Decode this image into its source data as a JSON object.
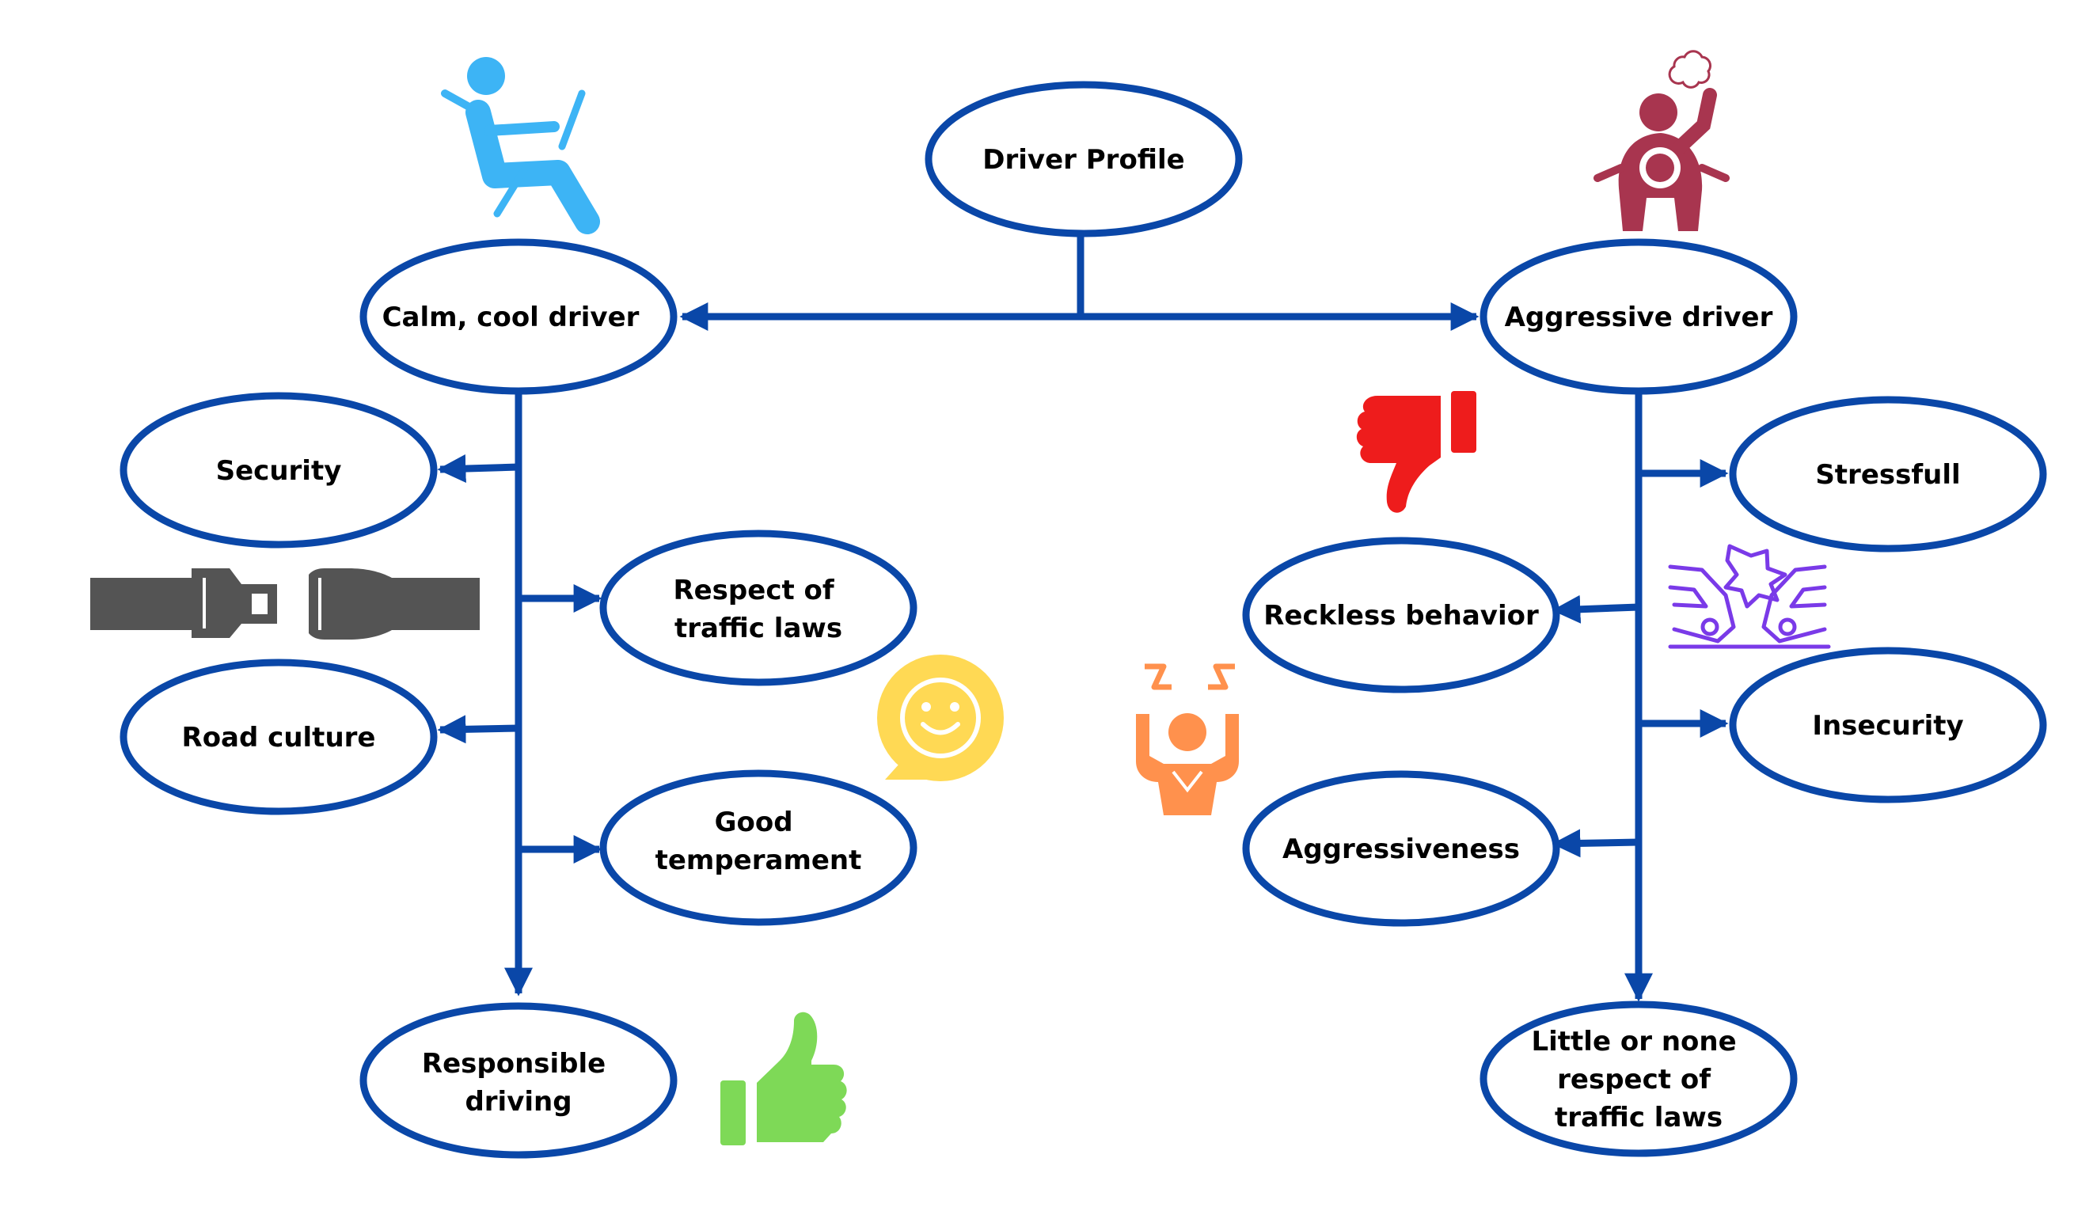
{
  "colors": {
    "line": "#0a47a8",
    "calm_icon": "#3db4f5",
    "aggressive_icon": "#a8354f",
    "thumb_down": "#ee1c1c",
    "thumb_up": "#7ed957",
    "smiley": "#ffd954",
    "crash": "#7a3ae8",
    "angry_person": "#ff914d",
    "seatbelt": "#545454"
  },
  "nodes": {
    "root": "Driver Profile",
    "calm": "Calm, cool driver",
    "aggressive": "Aggressive driver",
    "security": "Security",
    "respect_laws": [
      "Respect of",
      "traffic laws"
    ],
    "road_culture": "Road culture",
    "good_temperament": [
      "Good",
      "temperament"
    ],
    "responsible": [
      "Responsible",
      "driving"
    ],
    "stressfull": "Stressfull",
    "reckless": "Reckless behavior",
    "insecurity": "Insecurity",
    "aggressiveness": "Aggressiveness",
    "little_respect": [
      "Little or none",
      "respect of",
      "traffic laws"
    ]
  },
  "icons": [
    "calm-driver-icon",
    "aggressive-driver-icon",
    "seatbelt-icon",
    "smiley-bubble-icon",
    "thumbs-up-icon",
    "thumbs-down-icon",
    "car-crash-icon",
    "angry-person-icon"
  ]
}
